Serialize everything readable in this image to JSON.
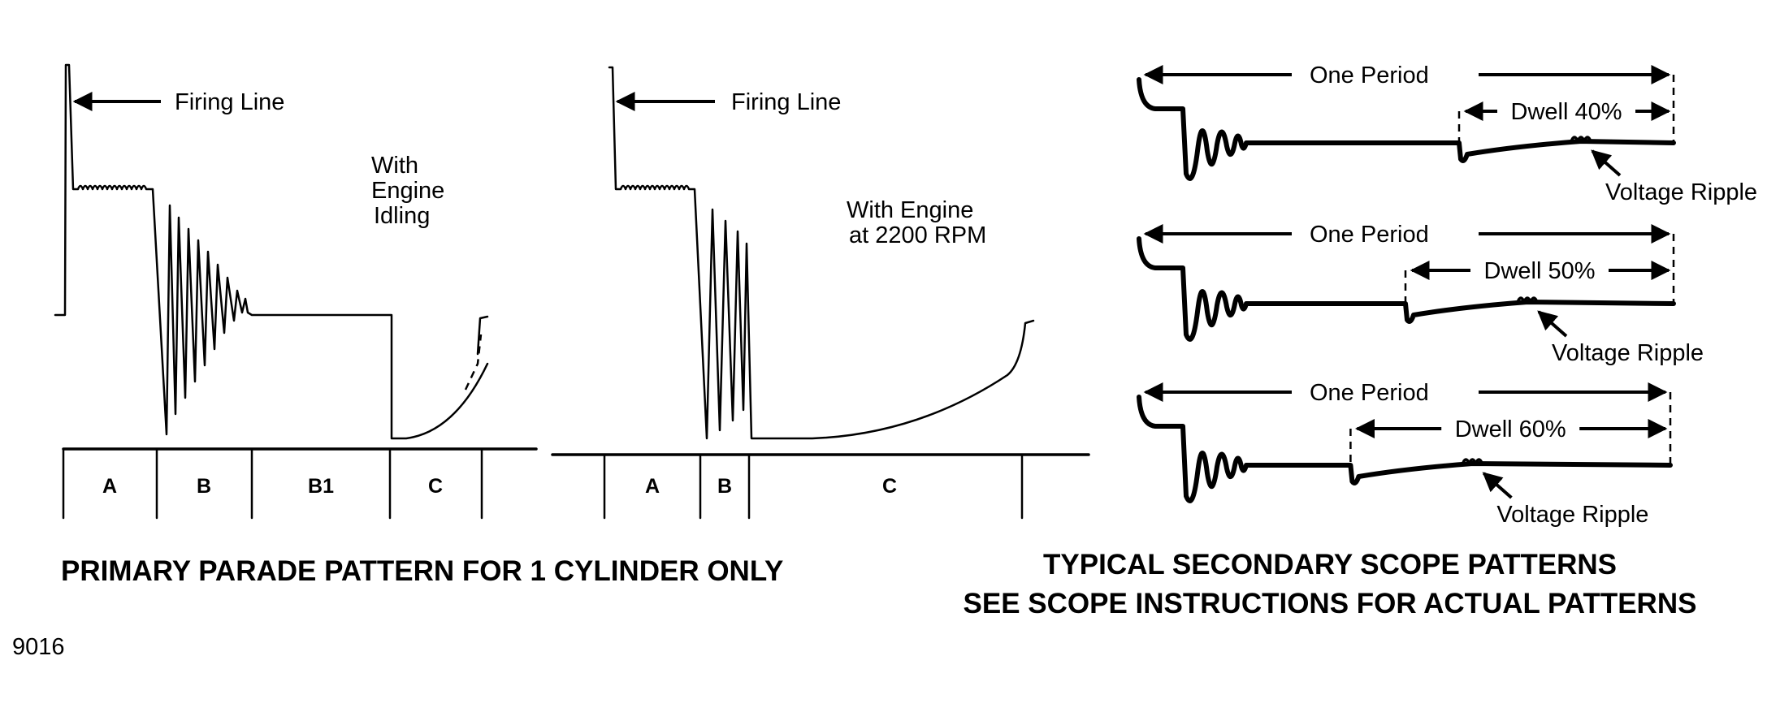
{
  "primary": {
    "idle": {
      "firing_line": "Firing Line",
      "condition": [
        "With",
        "Engine",
        "Idling"
      ],
      "segments": [
        "A",
        "B",
        "B1",
        "C"
      ]
    },
    "rpm2200": {
      "firing_line": "Firing Line",
      "condition": [
        "With Engine",
        "at 2200 RPM"
      ],
      "segments": [
        "A",
        "B",
        "C"
      ]
    },
    "caption": "PRIMARY PARADE PATTERN FOR 1 CYLINDER ONLY"
  },
  "secondary": {
    "patterns": [
      {
        "period_label": "One Period",
        "dwell_label": "Dwell 40%",
        "dwell": 0.4,
        "ripple_label": "Voltage Ripple"
      },
      {
        "period_label": "One Period",
        "dwell_label": "Dwell 50%",
        "dwell": 0.5,
        "ripple_label": "Voltage Ripple"
      },
      {
        "period_label": "One Period",
        "dwell_label": "Dwell 60%",
        "dwell": 0.6,
        "ripple_label": "Voltage Ripple"
      }
    ],
    "caption_lines": [
      "TYPICAL SECONDARY SCOPE PATTERNS",
      "SEE SCOPE INSTRUCTIONS FOR ACTUAL PATTERNS"
    ]
  },
  "figure_number": "9016"
}
